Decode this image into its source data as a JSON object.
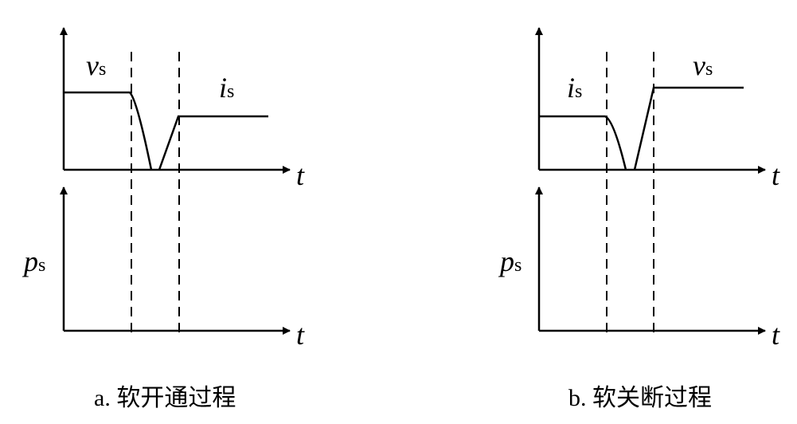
{
  "panels": [
    {
      "id": "a",
      "caption": "a. 软开通过程",
      "upper_labels": [
        {
          "sym": "v",
          "sub": "s"
        },
        {
          "sym": "i",
          "sub": "s"
        }
      ],
      "upper_axis_label": "t",
      "lower_label": {
        "sym": "p",
        "sub": "s"
      },
      "lower_axis_label": "t"
    },
    {
      "id": "b",
      "caption": "b. 软关断过程",
      "upper_labels": [
        {
          "sym": "i",
          "sub": "s"
        },
        {
          "sym": "v",
          "sub": "s"
        }
      ],
      "upper_axis_label": "t",
      "lower_label": {
        "sym": "p",
        "sub": "s"
      },
      "lower_axis_label": "t"
    }
  ]
}
